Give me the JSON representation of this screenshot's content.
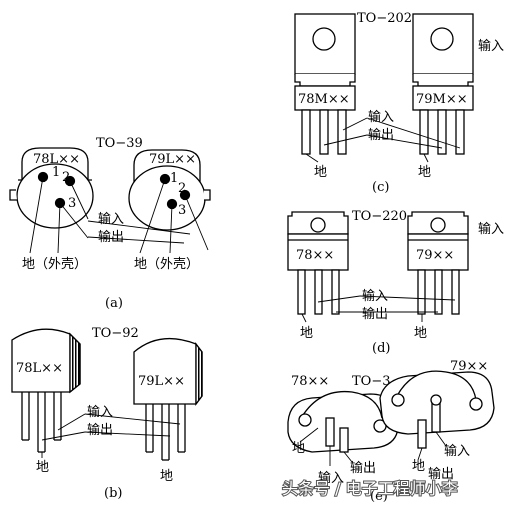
{
  "panels": {
    "a": {
      "package": "TO−39",
      "left_part": "78L××",
      "right_part": "79L××",
      "pin_nums_left": [
        "1",
        "2",
        "3"
      ],
      "pin_nums_right": [
        "1",
        "2",
        "3"
      ],
      "input": "输入",
      "output": "输出",
      "ground_case": "地（外壳）",
      "caption": "(a)"
    },
    "b": {
      "package": "TO−92",
      "left_part": "78L××",
      "right_part": "79L××",
      "input": "输入",
      "output": "输出",
      "ground_left": "地",
      "ground_right": "地",
      "caption": "(b)"
    },
    "c": {
      "package": "TO−202",
      "left_part": "78M××",
      "right_part": "79M××",
      "input_right": "输入",
      "input": "输入",
      "output": "输出",
      "ground_left": "地",
      "ground_right": "地",
      "caption": "(c)"
    },
    "d": {
      "package": "TO−220",
      "left_part": "78××",
      "right_part": "79××",
      "input_right": "输入",
      "input": "输入",
      "output": "输出",
      "ground_left": "地",
      "ground_right": "地",
      "caption": "(d)"
    },
    "e": {
      "package": "TO−3",
      "left_part": "78××",
      "right_part": "79××",
      "ground_left": "地",
      "input_left": "输入",
      "output": "输出",
      "ground_right": "地",
      "input_right": "输入",
      "caption": "(e)"
    }
  },
  "watermark": "头条号 / 电子工程师小李"
}
